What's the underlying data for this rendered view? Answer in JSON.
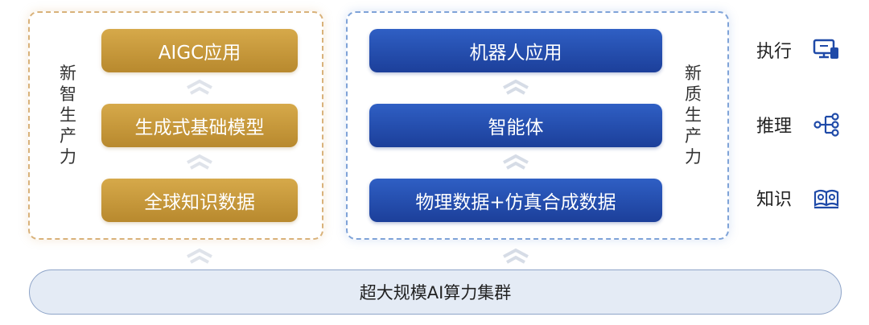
{
  "colors": {
    "gold": "#c79a3c",
    "blue": "#1f4aa8",
    "icon": "#1f4aa8",
    "chevron": "#d8dde6"
  },
  "left_panel": {
    "side_label": [
      "新",
      "智",
      "生",
      "产",
      "力"
    ],
    "boxes": [
      "AIGC应用",
      "生成式基础模型",
      "全球知识数据"
    ]
  },
  "right_panel": {
    "side_label": [
      "新",
      "质",
      "生",
      "产",
      "力"
    ],
    "boxes": [
      "机器人应用",
      "智能体",
      "物理数据+仿真合成数据"
    ]
  },
  "legend": [
    {
      "label": "执行",
      "icon": "monitor-icon"
    },
    {
      "label": "推理",
      "icon": "flow-icon"
    },
    {
      "label": "知识",
      "icon": "book-icon"
    }
  ],
  "foundation": {
    "label": "超大规模AI算力集群"
  }
}
